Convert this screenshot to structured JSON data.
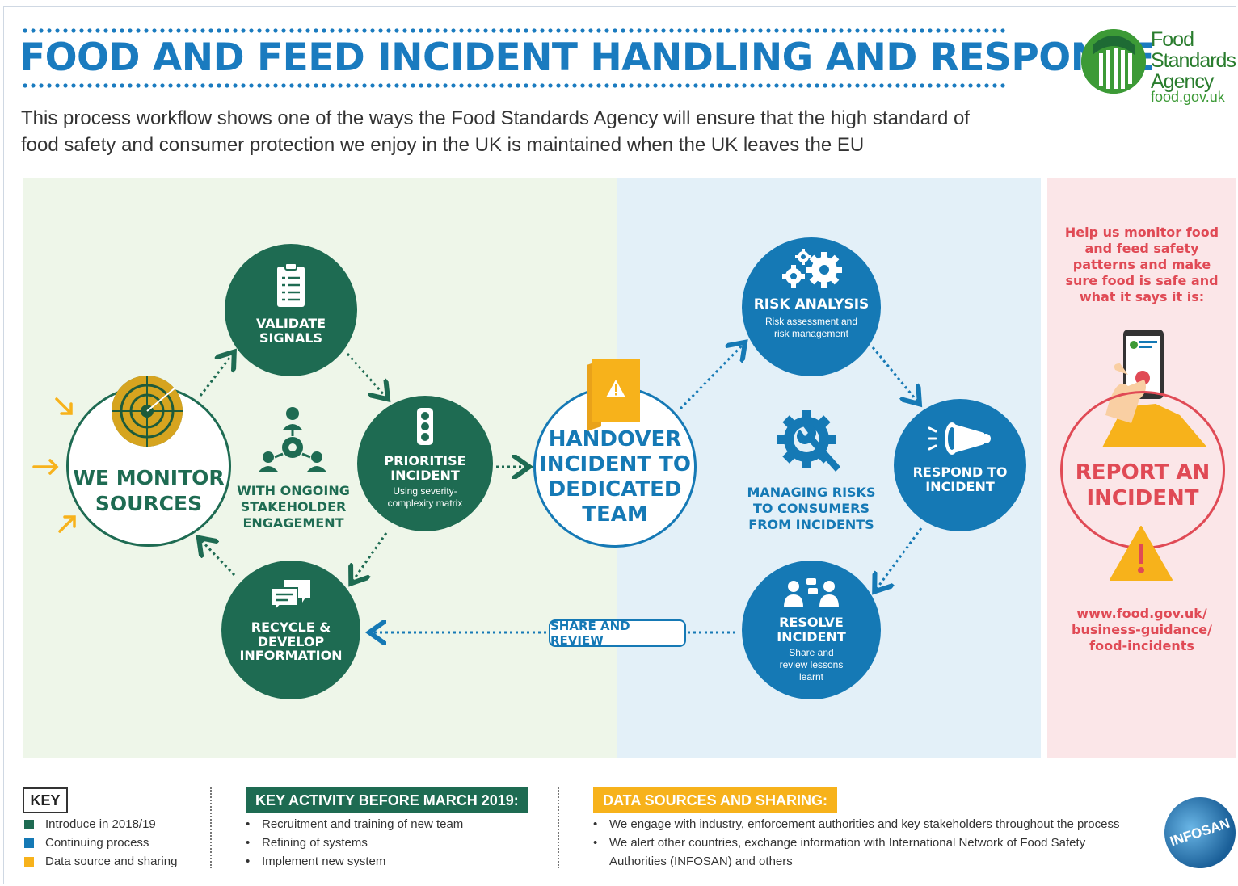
{
  "header": {
    "title": "FOOD AND FEED INCIDENT HANDLING AND RESPONSE",
    "intro": "This process workflow shows one of the ways the Food Standards Agency will ensure that the high standard of food safety and consumer protection we enjoy in the UK is maintained when the UK leaves the EU"
  },
  "logo": {
    "line1": "Food",
    "line2": "Standards",
    "line3": "Agency",
    "url": "food.gov.uk"
  },
  "colors": {
    "dark_green": "#1e6b52",
    "blue": "#1579b5",
    "yellow": "#f7b21b",
    "pink": "#e04a55"
  },
  "cycle": {
    "monitor": {
      "label1": "WE MONITOR",
      "label2": "SOURCES",
      "icon": "radar-icon"
    },
    "validate": {
      "label1": "VALIDATE",
      "label2": "SIGNALS",
      "icon": "clipboard-checklist-icon"
    },
    "prioritise": {
      "label1": "PRIORITISE",
      "label2": "INCIDENT",
      "sub": "Using severity-complexity matrix",
      "icon": "traffic-light-icon"
    },
    "recycle": {
      "label1": "RECYCLE &",
      "label2": "DEVELOP",
      "label3": "INFORMATION",
      "icon": "chat-bubbles-icon"
    },
    "stakeholder": {
      "line1": "WITH ONGOING",
      "line2": "STAKEHOLDER",
      "line3": "ENGAGEMENT",
      "icon": "people-network-icon"
    }
  },
  "handover": {
    "line1": "HANDOVER",
    "line2": "INCIDENT TO",
    "line3": "DEDICATED",
    "line4": "TEAM",
    "icon": "warning-folder-icon"
  },
  "response": {
    "risk": {
      "label": "RISK ANALYSIS",
      "sub1": "Risk assessment and",
      "sub2": "risk management",
      "icon": "gears-icon"
    },
    "respond": {
      "label1": "RESPOND TO",
      "label2": "INCIDENT",
      "icon": "megaphone-icon"
    },
    "resolve": {
      "label1": "RESOLVE",
      "label2": "INCIDENT",
      "sub": "Share and review lessons learnt",
      "icon": "people-discussion-icon"
    },
    "managing": {
      "line1": "MANAGING RISKS",
      "line2": "TO CONSUMERS",
      "line3": "FROM INCIDENTS",
      "icon": "wrench-gear-icon"
    }
  },
  "share_review": "SHARE AND REVIEW",
  "report": {
    "help": "Help us monitor food and feed safety patterns and make sure food is safe and what it says it is:",
    "label1": "REPORT AN",
    "label2": "INCIDENT",
    "url": "www.food.gov.uk/ business-guidance/ food-incidents",
    "icon": "warning-triangle-icon"
  },
  "key": {
    "title": "KEY",
    "items": [
      {
        "label": "Introduce in 2018/19",
        "color": "#1e6b52"
      },
      {
        "label": "Continuing process",
        "color": "#1579b5"
      },
      {
        "label": "Data source and sharing",
        "color": "#f7b21b"
      }
    ]
  },
  "key_activity": {
    "title": "KEY ACTIVITY BEFORE MARCH 2019:",
    "items": [
      "Recruitment and training of new team",
      "Refining of systems",
      "Implement new system"
    ]
  },
  "data_sources": {
    "title": "DATA SOURCES AND SHARING:",
    "items": [
      "We engage with industry, enforcement authorities and key stakeholders throughout the process",
      "We alert other countries, exchange information with International Network of Food Safety Authorities (INFOSAN) and others"
    ]
  },
  "infosan": "INFOSAN"
}
